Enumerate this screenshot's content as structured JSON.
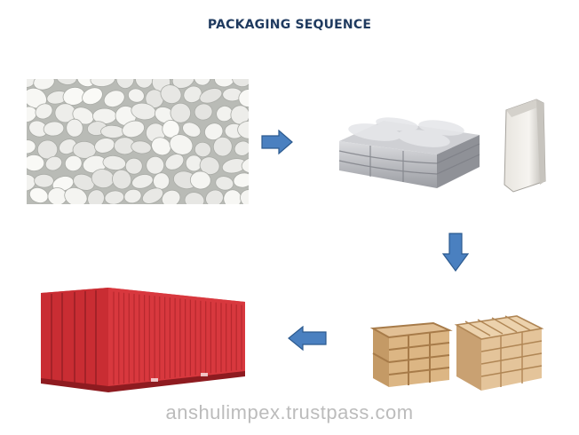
{
  "title": "PACKAGING SEQUENCE",
  "watermark": "anshulimpex.trustpass.com",
  "colors": {
    "title": "#1f3a5f",
    "arrow_fill": "#4a80c0",
    "arrow_stroke": "#2c5a8f",
    "container_red": "#d8383e",
    "crate_wood": "#d9b282",
    "bag_gray": "#c9cbcf",
    "pebble_white": "#eeeeec"
  },
  "steps": [
    {
      "id": "pebbles",
      "icon": "white-pebbles-image"
    },
    {
      "id": "bags",
      "icon": "stacked-bags-image"
    },
    {
      "id": "crates",
      "icon": "wooden-crates-image"
    },
    {
      "id": "container",
      "icon": "shipping-container-image"
    }
  ],
  "arrows": [
    {
      "id": "pebbles-to-bags",
      "direction": "right"
    },
    {
      "id": "bags-to-crates",
      "direction": "down"
    },
    {
      "id": "crates-to-container",
      "direction": "left"
    }
  ]
}
